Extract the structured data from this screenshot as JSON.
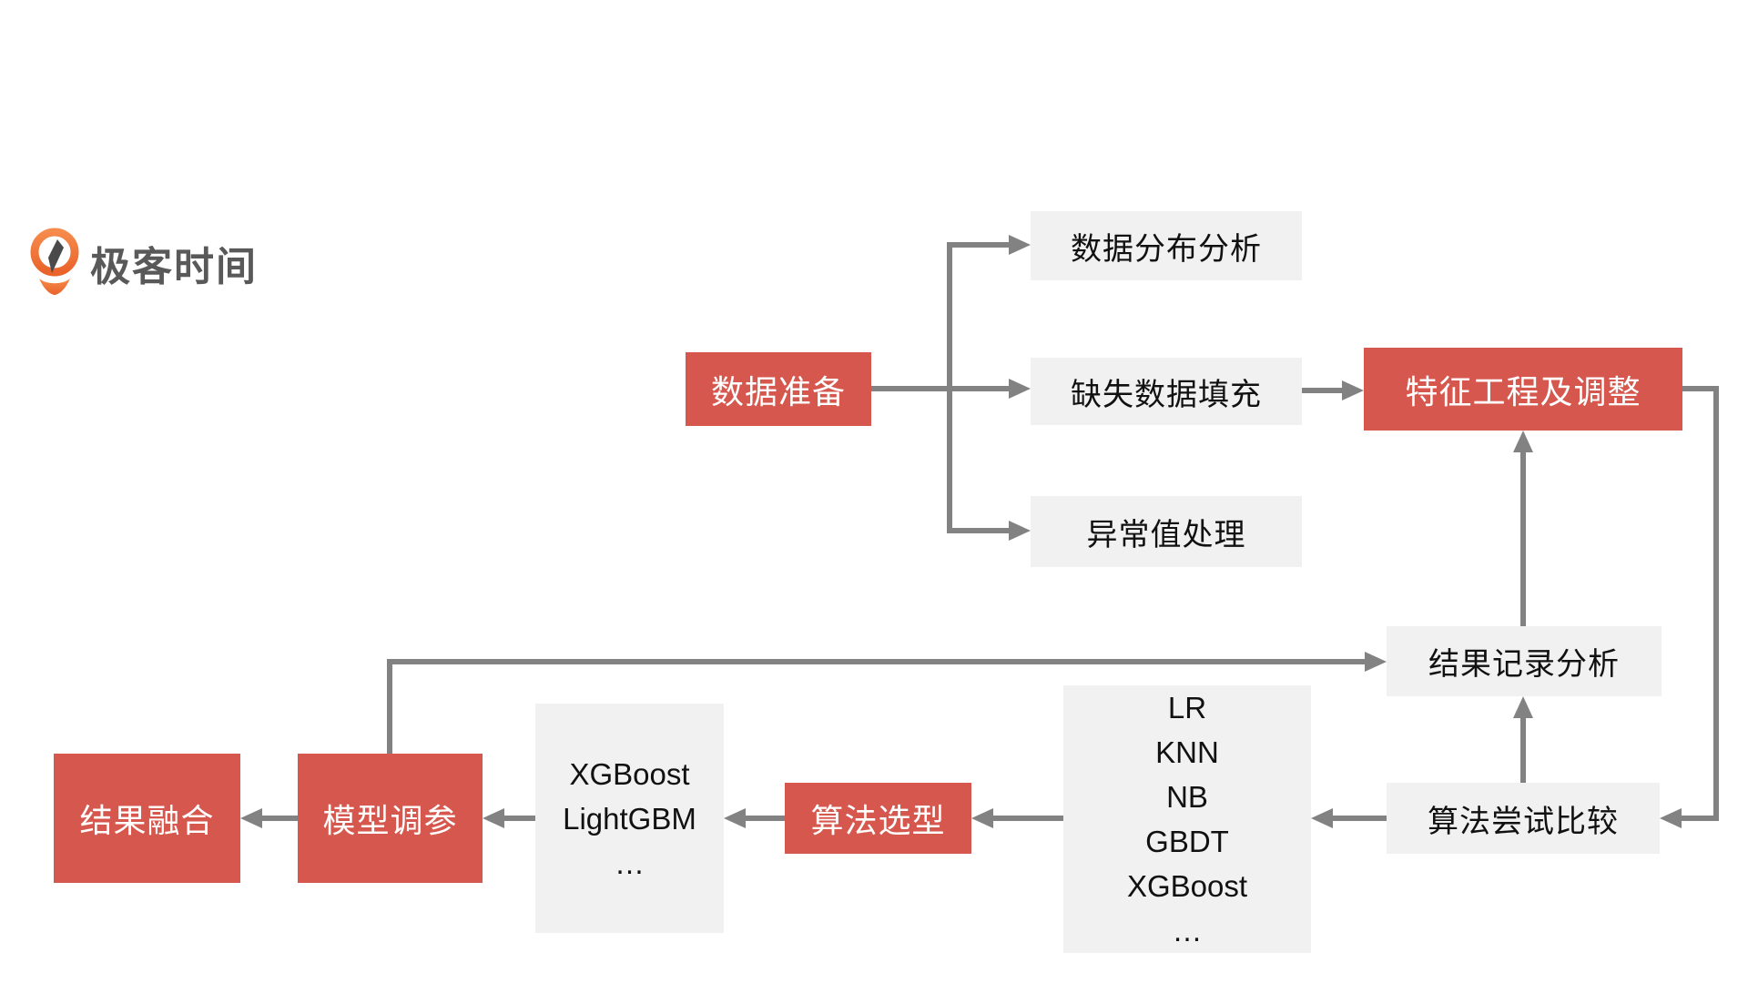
{
  "brand": {
    "name": "极客时间"
  },
  "colors": {
    "primary-red": "#D6574D",
    "node-gray": "#F1F1F1",
    "arrow-gray": "#828282",
    "text-dark": "#111111",
    "logo-orange": "#EE7140",
    "logo-text": "#595959"
  },
  "nodes": {
    "data_prep": "数据准备",
    "dist_analysis": "数据分布分析",
    "missing_fill": "缺失数据填充",
    "outlier": "异常值处理",
    "feature_eng": "特征工程及调整",
    "result_record": "结果记录分析",
    "algo_compare": "算法尝试比较",
    "algo_candidates": [
      "LR",
      "KNN",
      "NB",
      "GBDT",
      "XGBoost",
      "…"
    ],
    "algo_select": "算法选型",
    "model_candidates": [
      "XGBoost",
      "LightGBM",
      "…"
    ],
    "model_tuning": "模型调参",
    "result_fusion": "结果融合"
  }
}
